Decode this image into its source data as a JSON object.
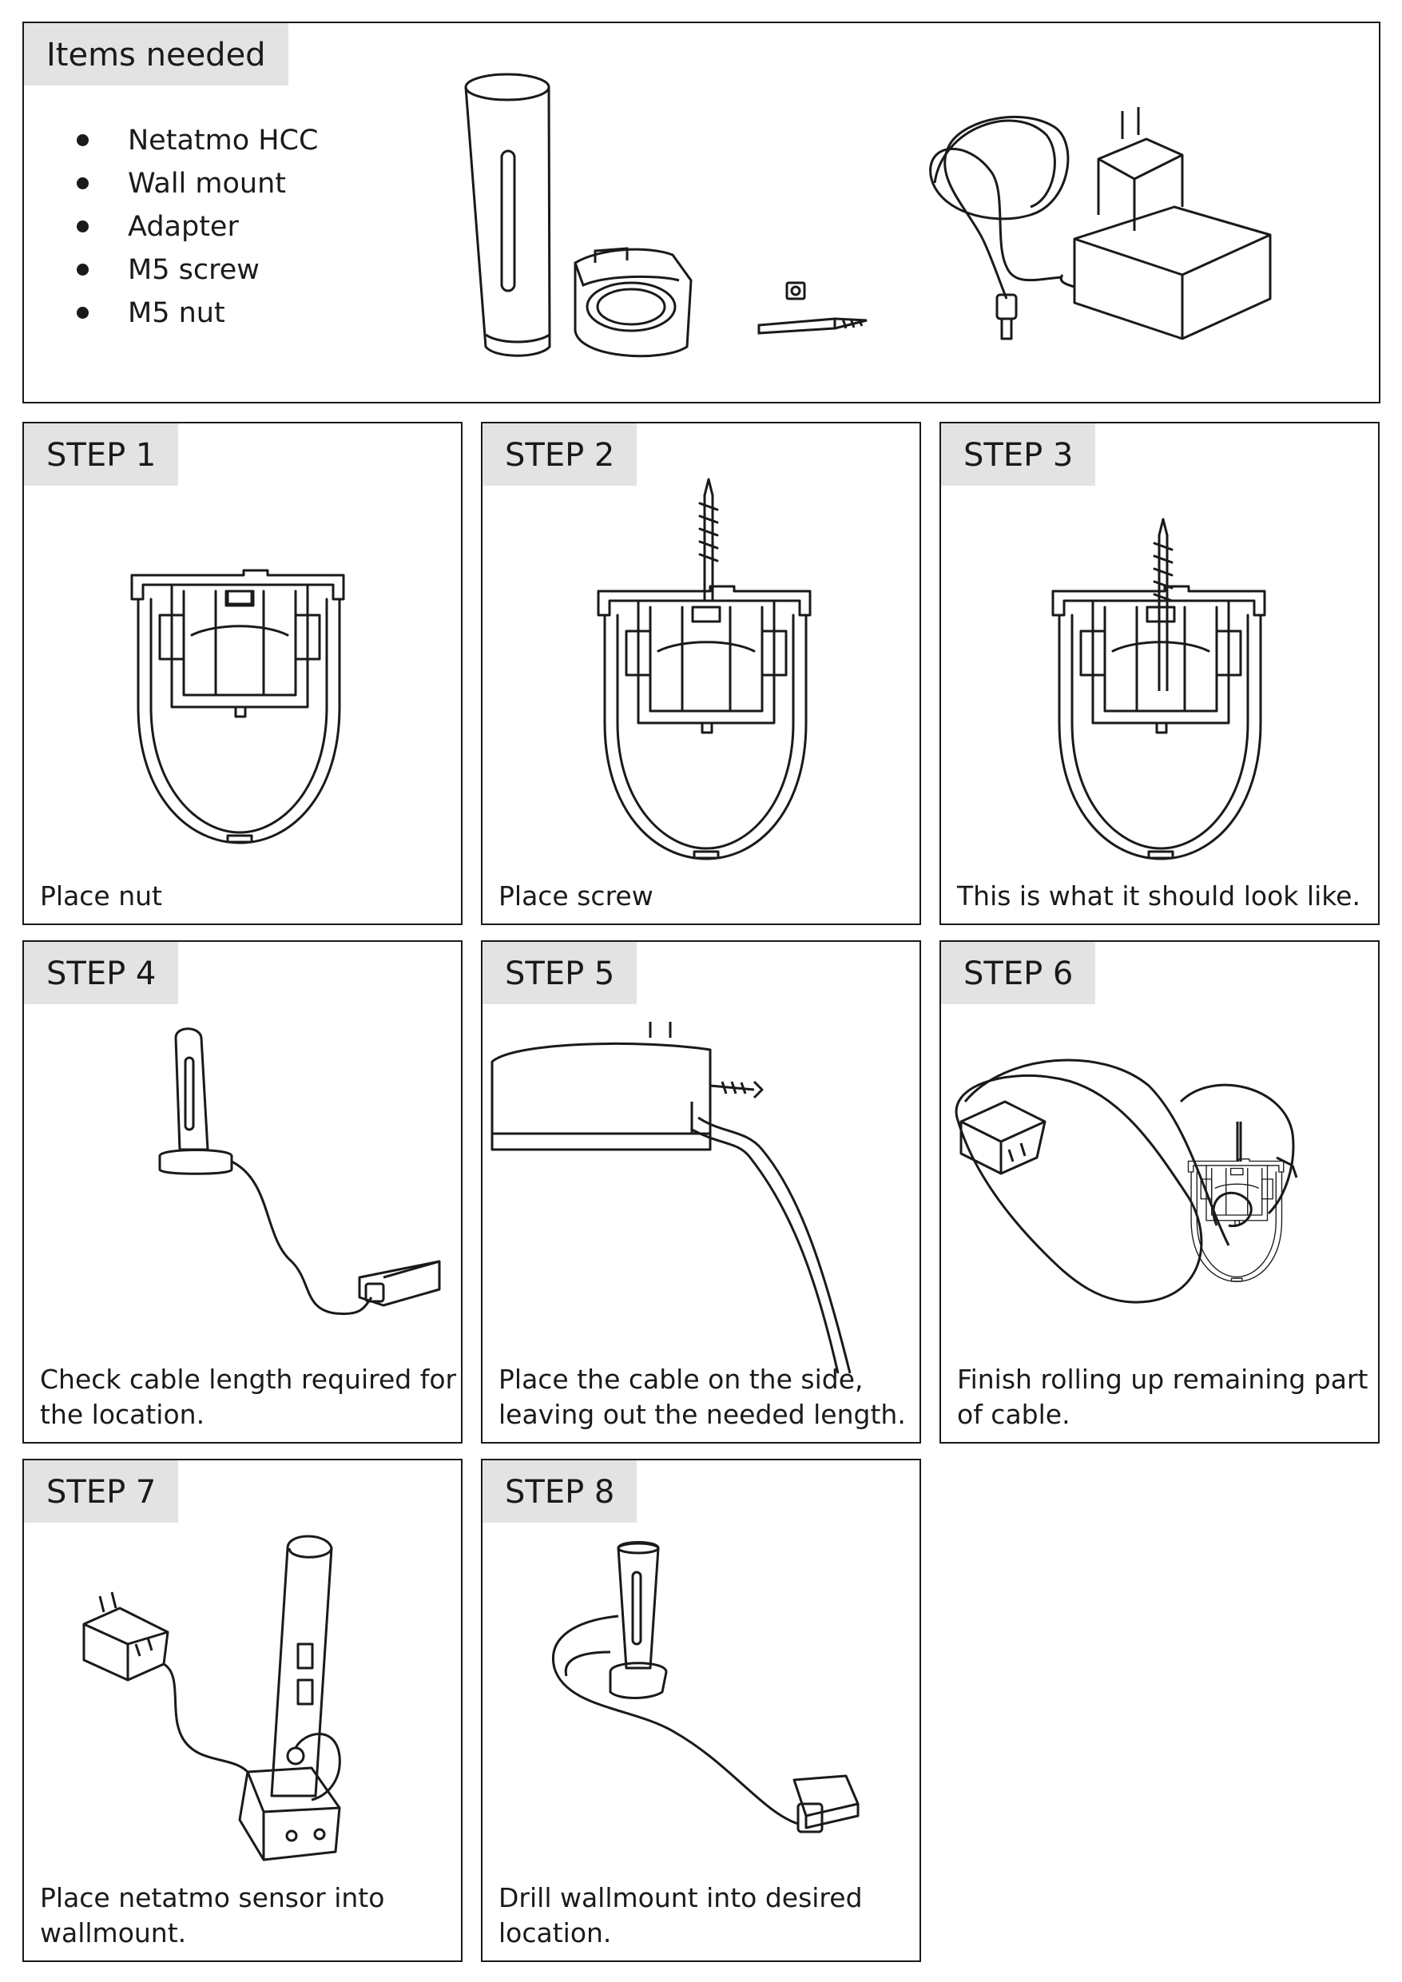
{
  "items_needed": {
    "title": "Items needed",
    "items": [
      "Netatmo HCC",
      "Wall mount",
      "Adapter",
      "M5 screw",
      "M5 nut"
    ]
  },
  "steps": [
    {
      "label": "STEP 1",
      "caption": [
        "Place nut"
      ]
    },
    {
      "label": "STEP 2",
      "caption": [
        "Place screw"
      ]
    },
    {
      "label": "STEP 3",
      "caption": [
        "This is what it should look like."
      ]
    },
    {
      "label": "STEP 4",
      "caption": [
        "Check cable length required for",
        "the location."
      ]
    },
    {
      "label": "STEP 5",
      "caption": [
        "Place the cable on the side,",
        "leaving out the needed length."
      ]
    },
    {
      "label": "STEP 6",
      "caption": [
        "Finish rolling up remaining part",
        "of cable."
      ]
    },
    {
      "label": "STEP 7",
      "caption": [
        "Place netatmo sensor into",
        "wallmount."
      ]
    },
    {
      "label": "STEP 8",
      "caption": [
        "Drill wallmount into desired",
        "location."
      ]
    }
  ]
}
